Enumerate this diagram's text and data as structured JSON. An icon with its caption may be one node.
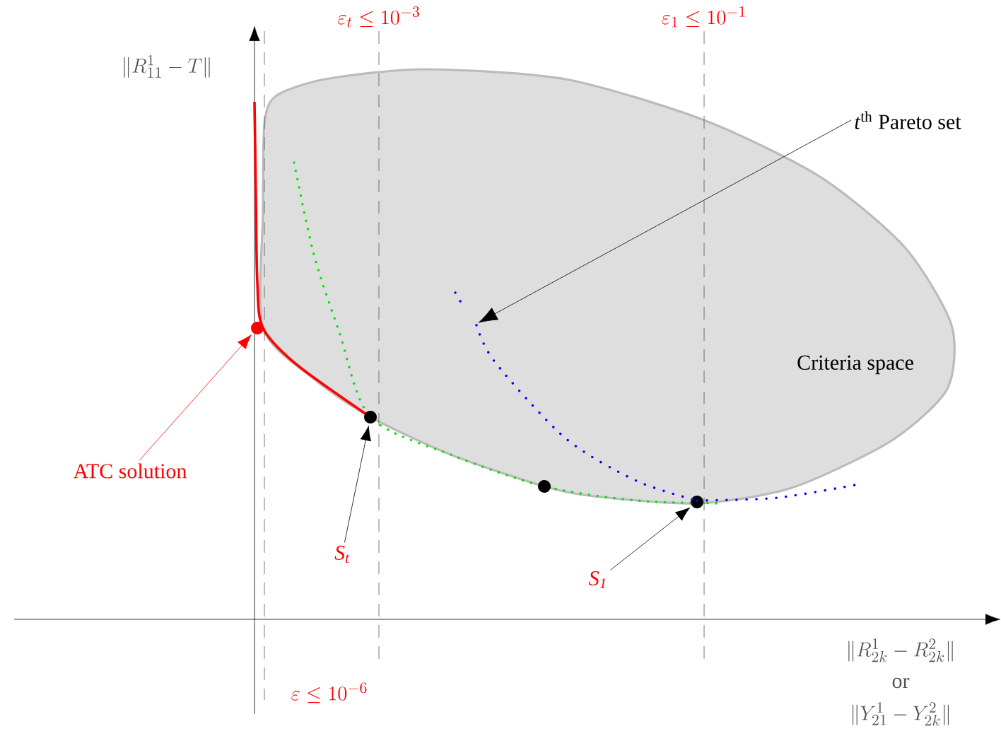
{
  "diagram": {
    "nodes": [
      {
        "text": [
          "Criteria space"
        ]
      },
      {
        "text": [
          "ATC solution"
        ]
      },
      {
        "text": [],
        "shape": "circle"
      },
      {
        "text": [
          "S$_{t}$"
        ]
      },
      {
        "text": [],
        "shape": "circle"
      },
      {
        "text": [
          "S$_{1}$"
        ]
      },
      {
        "text": [],
        "shape": "circle"
      },
      {
        "text": [
          "*t*$^{th}$ Pareto set"
        ]
      },
      {
        "text": [],
        "shape": "curve",
        "in": 0
      }
    ],
    "edges": [
      {
        "from": 1,
        "to": 2,
        "arrow": "to",
        "color": "#ff0000"
      },
      {
        "from": 3,
        "to": 4,
        "arrow": "to"
      },
      {
        "from": 5,
        "to": 6,
        "arrow": "to"
      },
      {
        "from": 7,
        "to": 8,
        "arrow": "to"
      }
    ],
    "labels": [
      "\\|R^1_{11}-T\\|",
      "\\varepsilon_t \\leq 10^{-3}",
      "\\varepsilon_1 \\leq 10^{-1}",
      "\\varepsilon \\leq 10^{-6}",
      "\\|R^1_{2k}-R^2_{2k}\\|",
      "or",
      "\\|Y^1_{21}-Y^2_{2k}\\|"
    ]
  }
}
